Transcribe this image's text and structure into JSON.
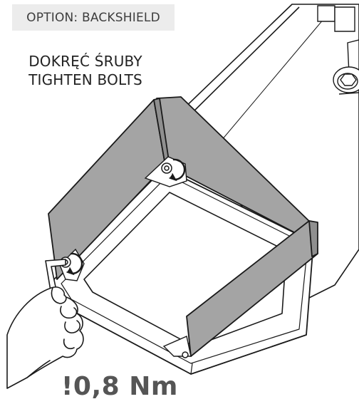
{
  "header": {
    "label": "OPTION: BACKSHIELD"
  },
  "instructions": {
    "polish": "DOKRĘĆ ŚRUBY",
    "english": "TIGHTEN BOLTS"
  },
  "torque": {
    "value": "!0,8 Nm"
  },
  "colors": {
    "shield_fill": "#a4a4a4",
    "housing_fill": "#ffffff",
    "outline": "#1a1a1a",
    "header_bg": "#ececec",
    "torque_text": "#555555"
  },
  "icons": [
    "rotation-arrow-icon",
    "allen-key-icon",
    "bolt-icon"
  ]
}
